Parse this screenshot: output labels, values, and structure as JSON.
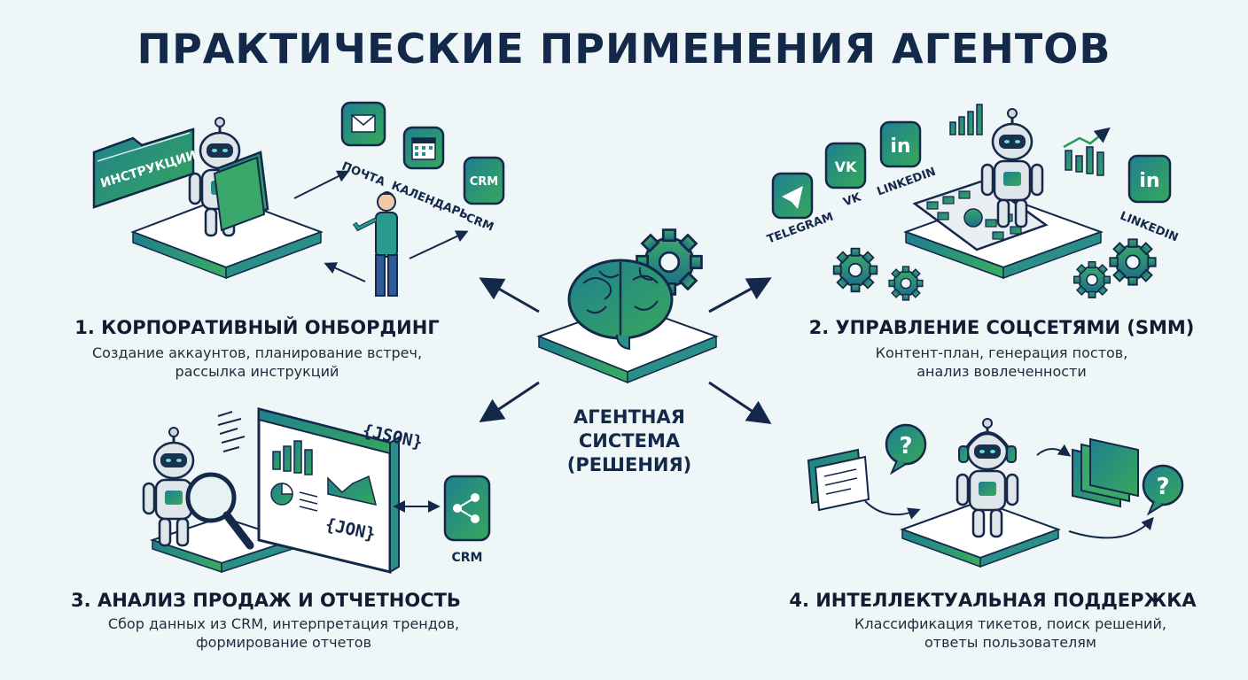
{
  "title": "ПРАКТИЧЕСКИЕ ПРИМЕНЕНИЯ АГЕНТОВ",
  "center": {
    "line1": "АГЕНТНАЯ",
    "line2": "СИСТЕМА",
    "line3": "(РЕШЕНИЯ)"
  },
  "sections": [
    {
      "title": "1. КОРПОРАТИВНЫЙ ОНБОРДИНГ",
      "desc1": "Создание аккаунтов, планирование встреч,",
      "desc2": "рассылка инструкций"
    },
    {
      "title": "2. УПРАВЛЕНИЕ СОЦСЕТЯМИ (SMM)",
      "desc1": "Контент-план, генерация постов,",
      "desc2": "анализ вовлеченности"
    },
    {
      "title": "3. АНАЛИЗ ПРОДАЖ И ОТЧЕТНОСТЬ",
      "desc1": "Сбор данных из CRM, интерпретация трендов,",
      "desc2": "формирование отчетов"
    },
    {
      "title": "4. ИНТЕЛЛЕКТУАЛЬНАЯ ПОДДЕРЖКА",
      "desc1": "Классификация тикетов, поиск решений,",
      "desc2": "ответы пользователям"
    }
  ],
  "onboarding": {
    "folder_label": "ИНСТРУКЦИИ",
    "mail_label": "ПОЧТА",
    "calendar_label": "КАЛЕНДАРЬ",
    "crm_label": "CRM",
    "crm_icon_text": "CRM"
  },
  "smm": {
    "telegram_label": "TELEGRAM",
    "vk_label": "VK",
    "vk_icon_text": "VK",
    "linkedin_label": "LINKEDIN",
    "linkedin_label_right": "LINKEDIN",
    "in_text": "in"
  },
  "sales": {
    "json_top": "{JSON}",
    "json_bottom": "{JON}",
    "crm_label": "CRM"
  },
  "support": {
    "question_mark": "?"
  },
  "colors": {
    "teal": "#1f8c8c",
    "green": "#35a65a",
    "navy": "#14284a",
    "platform_top": "#ffffff",
    "platform_edge": "#2f9a8e"
  },
  "icons": [
    "brain-icon",
    "gear-icon",
    "robot-icon",
    "folder-icon",
    "mail-icon",
    "calendar-icon",
    "crm-icon",
    "person-icon",
    "telegram-icon",
    "vk-icon",
    "linkedin-icon",
    "bar-chart-icon",
    "magnifier-icon",
    "share-icon",
    "headset-icon",
    "question-icon",
    "document-icon"
  ]
}
